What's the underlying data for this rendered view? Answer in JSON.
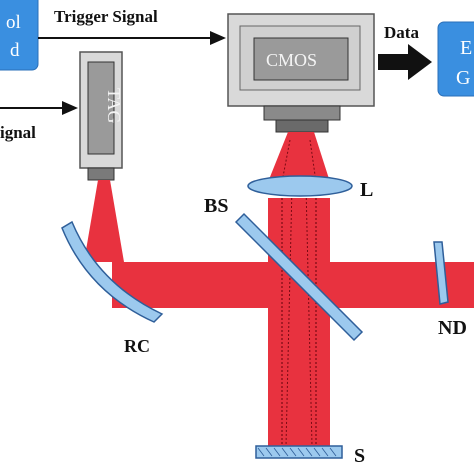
{
  "labels": {
    "control_box_line1": "ol",
    "control_box_line2": "d",
    "trigger_signal": "Trigger Signal",
    "left_signal": "ignal",
    "data": "Data",
    "computer_box_line1": "E",
    "computer_box_line2": "G",
    "cmos": "CMOS",
    "tag": "TAG",
    "bs": "BS",
    "l": "L",
    "rc": "RC",
    "nd": "ND",
    "s": "S"
  },
  "colors": {
    "beam": "#e8323f",
    "beam_dark": "#b5121f",
    "box_blue": "#3a8fe0",
    "optic_blue": "#9cc9ee",
    "optic_stroke": "#2f5f9a",
    "camera_body": "#d9d9d9",
    "camera_inner": "#9a9a9a"
  }
}
